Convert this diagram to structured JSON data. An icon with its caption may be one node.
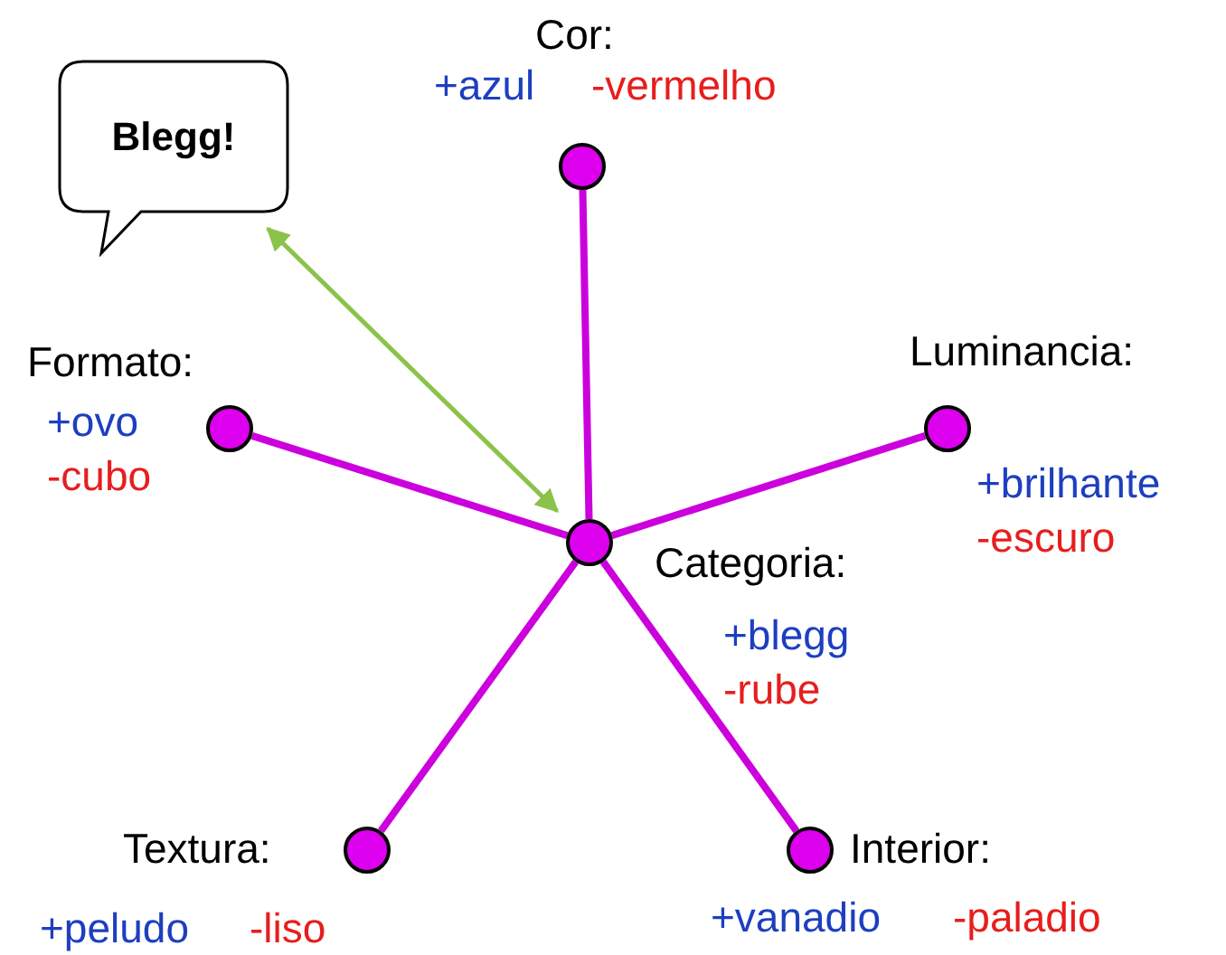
{
  "diagram": {
    "nodes": [
      {
        "text": [
          "Blegg!"
        ]
      },
      {
        "text": [],
        "shape": "circle",
        "beside": [
          "Cor:",
          "+azul",
          "-vermelho"
        ]
      },
      {
        "text": [],
        "shape": "circle",
        "beside": [
          "Formato:",
          "+ovo",
          "-cubo"
        ]
      },
      {
        "text": [],
        "shape": "circle",
        "beside": [
          "Luminancia:",
          "+brilhante",
          "-escuro"
        ]
      },
      {
        "text": [],
        "shape": "circle",
        "beside": [
          "Categoria:",
          "+blegg",
          "-rube"
        ]
      },
      {
        "text": [],
        "shape": "circle",
        "beside": [
          "Textura:",
          "+peludo",
          "-liso"
        ]
      },
      {
        "text": [],
        "shape": "circle",
        "beside": [
          "Interior:",
          "+vanadio",
          "-paladio"
        ]
      }
    ],
    "edges": [
      {
        "from": 4,
        "to": 1,
        "arrow": "none"
      },
      {
        "from": 4,
        "to": 2,
        "arrow": "none"
      },
      {
        "from": 4,
        "to": 3,
        "arrow": "none"
      },
      {
        "from": 4,
        "to": 5,
        "arrow": "none"
      },
      {
        "from": 4,
        "to": 6,
        "arrow": "none"
      },
      {
        "from": 0,
        "to": 4,
        "arrow": "both",
        "color": "#8bc34a"
      }
    ]
  }
}
